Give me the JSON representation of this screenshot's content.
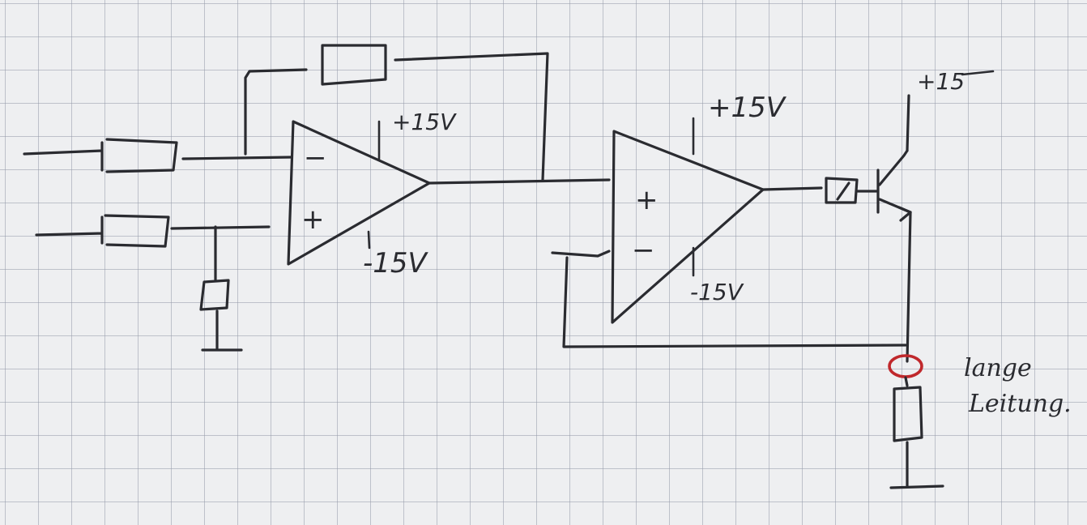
{
  "opamp1": {
    "supply_pos": "+15V",
    "supply_neg": "-15V",
    "input_inverting": "−",
    "input_noninverting": "+"
  },
  "opamp2": {
    "supply_pos": "+15V",
    "supply_neg": "-15V",
    "input_noninverting": "+",
    "input_inverting": "−"
  },
  "transistor": {
    "collector_supply": "+15"
  },
  "cable_note": {
    "line1": "lange",
    "line2": "Leitung."
  },
  "colors": {
    "ink": "#2a2b30",
    "marker": "#c0282c",
    "paper": "#eeeff1",
    "grid": "#969baa"
  }
}
